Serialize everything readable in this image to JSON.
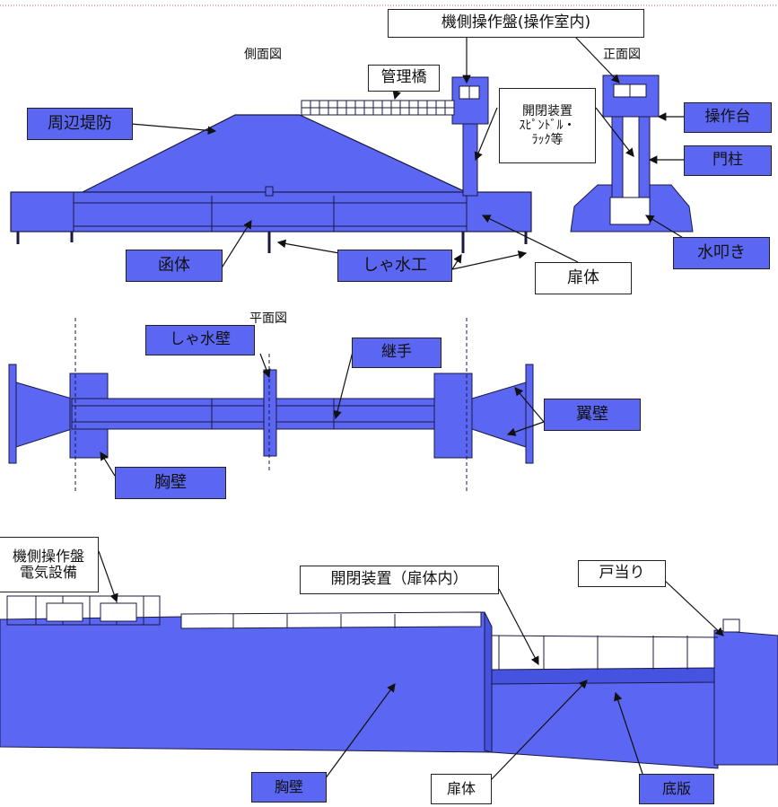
{
  "colors": {
    "structure_fill": "#5b67f2",
    "outline": "#1a1a40",
    "label_fill_blue": "#5b67f2",
    "label_fill_white": "#ffffff"
  },
  "captions": {
    "side_view": "側面図",
    "front_view": "正面図",
    "plan_view": "平面図"
  },
  "labels": {
    "operation_panel_room": "機側操作盤(操作室内)",
    "management_bridge": "管理橋",
    "perimeter_levee": "周辺堤防",
    "hoist_device": "開閉装置",
    "hoist_device_sub1": "ｽﾋﾟﾝﾄﾞﾙ・",
    "hoist_device_sub2": "ﾗｯｸ等",
    "operation_deck": "操作台",
    "gate_pillar": "門柱",
    "culvert_body": "函体",
    "cutoff_work": "しゃ水工",
    "gate_leaf": "扉体",
    "apron": "水叩き",
    "cutoff_wall": "しゃ水壁",
    "joint": "継手",
    "wing_wall": "翼壁",
    "breast_wall": "胸壁",
    "panel_electrical_1": "機側操作盤",
    "panel_electrical_2": "電気設備",
    "hoist_in_leaf": "開閉装置（扉体内）",
    "door_stop": "戸当り",
    "breast_wall_bottom": "胸壁",
    "gate_leaf_bottom": "扉体",
    "base_slab": "底版"
  }
}
